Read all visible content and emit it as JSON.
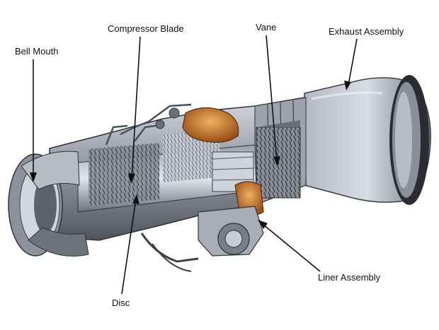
{
  "labels": {
    "bell_mouth": "Bell Mouth",
    "compressor_blade": "Compressor Blade",
    "vane": "Vane",
    "exhaust_assembly": "Exhaust Assembly",
    "liner_assembly": "Liner Assembly",
    "disc": "Disc"
  },
  "colors": {
    "casing": "#8d919b",
    "casing_light": "#c4c8d0",
    "casing_dark": "#4c5058",
    "combustor": "#c8742a",
    "leader": "#111111"
  },
  "icons": [
    "gas-turbine-engine-cutaway"
  ]
}
